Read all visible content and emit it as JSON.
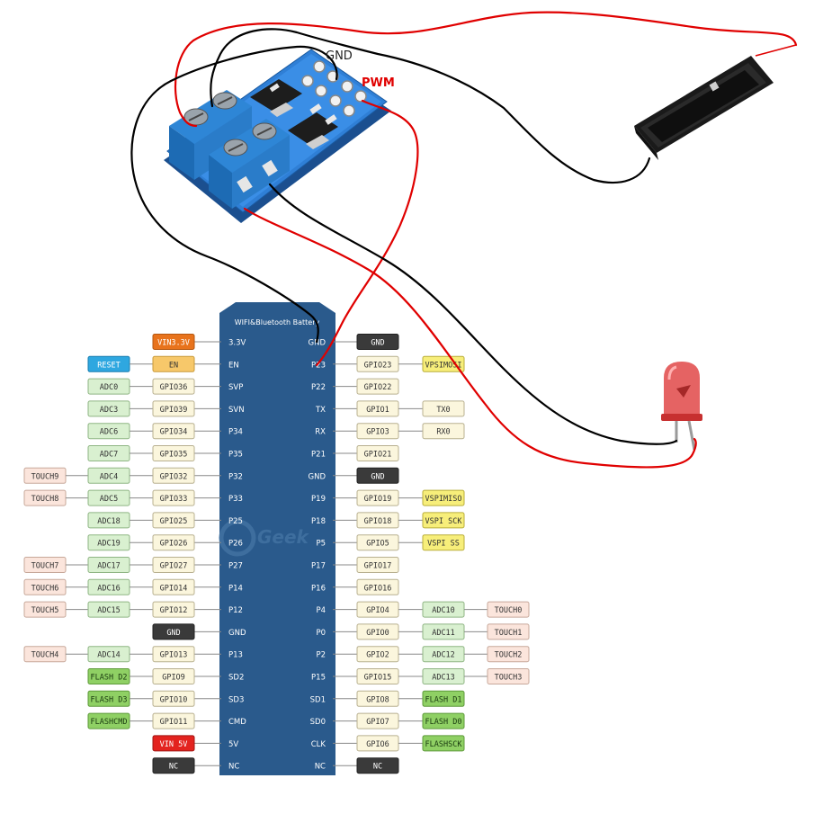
{
  "labels": {
    "gnd": "GND",
    "pwm": "PWM"
  },
  "board": {
    "title": "WIFI&Bluetooth Battery",
    "left_pins": [
      "3.3V",
      "EN",
      "SVP",
      "SVN",
      "P34",
      "P35",
      "P32",
      "P33",
      "P25",
      "P26",
      "P27",
      "P14",
      "P12",
      "GND",
      "P13",
      "SD2",
      "SD3",
      "CMD",
      "5V",
      "NC"
    ],
    "right_pins": [
      "GND",
      "P23",
      "P22",
      "TX",
      "RX",
      "P21",
      "GND",
      "P19",
      "P18",
      "P5",
      "P17",
      "P16",
      "P4",
      "P0",
      "P2",
      "P15",
      "SD1",
      "SD0",
      "CLK",
      "NC"
    ]
  },
  "left_tags": [
    [
      {
        "t": "VIN3.3V",
        "c": "orange"
      }
    ],
    [
      {
        "t": "RESET",
        "c": "blue"
      },
      {
        "t": "EN",
        "c": "yellow"
      }
    ],
    [
      {
        "t": "ADC0",
        "c": "green"
      },
      {
        "t": "GPIO36",
        "c": "cream"
      }
    ],
    [
      {
        "t": "ADC3",
        "c": "green"
      },
      {
        "t": "GPIO39",
        "c": "cream"
      }
    ],
    [
      {
        "t": "ADC6",
        "c": "green"
      },
      {
        "t": "GPIO34",
        "c": "cream"
      }
    ],
    [
      {
        "t": "ADC7",
        "c": "green"
      },
      {
        "t": "GPIO35",
        "c": "cream"
      }
    ],
    [
      {
        "t": "TOUCH9",
        "c": "pink"
      },
      {
        "t": "ADC4",
        "c": "green"
      },
      {
        "t": "GPIO32",
        "c": "cream"
      }
    ],
    [
      {
        "t": "TOUCH8",
        "c": "pink"
      },
      {
        "t": "ADC5",
        "c": "green"
      },
      {
        "t": "GPIO33",
        "c": "cream"
      }
    ],
    [
      {
        "t": "ADC18",
        "c": "green"
      },
      {
        "t": "GPIO25",
        "c": "cream"
      }
    ],
    [
      {
        "t": "ADC19",
        "c": "green"
      },
      {
        "t": "GPIO26",
        "c": "cream"
      }
    ],
    [
      {
        "t": "TOUCH7",
        "c": "pink"
      },
      {
        "t": "ADC17",
        "c": "green"
      },
      {
        "t": "GPIO27",
        "c": "cream"
      }
    ],
    [
      {
        "t": "TOUCH6",
        "c": "pink"
      },
      {
        "t": "ADC16",
        "c": "green"
      },
      {
        "t": "GPIO14",
        "c": "cream"
      }
    ],
    [
      {
        "t": "TOUCH5",
        "c": "pink"
      },
      {
        "t": "ADC15",
        "c": "green"
      },
      {
        "t": "GPIO12",
        "c": "cream"
      }
    ],
    [
      {
        "t": "GND",
        "c": "dark"
      }
    ],
    [
      {
        "t": "TOUCH4",
        "c": "pink"
      },
      {
        "t": "ADC14",
        "c": "green"
      },
      {
        "t": "GPIO13",
        "c": "cream"
      }
    ],
    [
      {
        "t": "FLASH D2",
        "c": "lime"
      },
      {
        "t": "GPIO9",
        "c": "cream"
      }
    ],
    [
      {
        "t": "FLASH D3",
        "c": "lime"
      },
      {
        "t": "GPIO10",
        "c": "cream"
      }
    ],
    [
      {
        "t": "FLASHCMD",
        "c": "lime"
      },
      {
        "t": "GPIO11",
        "c": "cream"
      }
    ],
    [
      {
        "t": "VIN 5V",
        "c": "red"
      }
    ],
    [
      {
        "t": "NC",
        "c": "dark"
      }
    ]
  ],
  "right_tags": [
    [
      {
        "t": "GND",
        "c": "dark"
      }
    ],
    [
      {
        "t": "GPIO23",
        "c": "cream"
      },
      {
        "t": "VPSIMOSI",
        "c": "yellow2"
      }
    ],
    [
      {
        "t": "GPIO22",
        "c": "cream"
      }
    ],
    [
      {
        "t": "GPIO1",
        "c": "cream"
      },
      {
        "t": "TX0",
        "c": "cream"
      }
    ],
    [
      {
        "t": "GPIO3",
        "c": "cream"
      },
      {
        "t": "RX0",
        "c": "cream"
      }
    ],
    [
      {
        "t": "GPIO21",
        "c": "cream"
      }
    ],
    [
      {
        "t": "GND",
        "c": "dark"
      }
    ],
    [
      {
        "t": "GPIO19",
        "c": "cream"
      },
      {
        "t": "VSPIMISO",
        "c": "yellow2"
      }
    ],
    [
      {
        "t": "GPIO18",
        "c": "cream"
      },
      {
        "t": "VSPI SCK",
        "c": "yellow2"
      }
    ],
    [
      {
        "t": "GPIO5",
        "c": "cream"
      },
      {
        "t": "VSPI SS",
        "c": "yellow2"
      }
    ],
    [
      {
        "t": "GPIO17",
        "c": "cream"
      }
    ],
    [
      {
        "t": "GPIO16",
        "c": "cream"
      }
    ],
    [
      {
        "t": "GPIO4",
        "c": "cream"
      },
      {
        "t": "ADC10",
        "c": "green"
      },
      {
        "t": "TOUCH0",
        "c": "pink"
      }
    ],
    [
      {
        "t": "GPIO0",
        "c": "cream"
      },
      {
        "t": "ADC11",
        "c": "green"
      },
      {
        "t": "TOUCH1",
        "c": "pink"
      }
    ],
    [
      {
        "t": "GPIO2",
        "c": "cream"
      },
      {
        "t": "ADC12",
        "c": "green"
      },
      {
        "t": "TOUCH2",
        "c": "pink"
      }
    ],
    [
      {
        "t": "GPIO15",
        "c": "cream"
      },
      {
        "t": "ADC13",
        "c": "green"
      },
      {
        "t": "TOUCH3",
        "c": "pink"
      }
    ],
    [
      {
        "t": "GPIO8",
        "c": "cream"
      },
      {
        "t": "FLASH D1",
        "c": "lime"
      }
    ],
    [
      {
        "t": "GPIO7",
        "c": "cream"
      },
      {
        "t": "FLASH D0",
        "c": "lime"
      }
    ],
    [
      {
        "t": "GPIO6",
        "c": "cream"
      },
      {
        "t": "FLASHSCK",
        "c": "lime"
      }
    ],
    [
      {
        "t": "NC",
        "c": "dark"
      }
    ]
  ],
  "tag_colors": {
    "orange": {
      "fill": "#e8731c",
      "text": "#ffffff",
      "stroke": "#b45710"
    },
    "blue": {
      "fill": "#2ea7e0",
      "text": "#ffffff",
      "stroke": "#1a7fb0"
    },
    "yellow": {
      "fill": "#f7c86a",
      "text": "#333333",
      "stroke": "#c99a3a"
    },
    "yellow2": {
      "fill": "#f7ee7a",
      "text": "#333333",
      "stroke": "#b9ae3a"
    },
    "green": {
      "fill": "#d9f0d0",
      "text": "#333333",
      "stroke": "#8fb584"
    },
    "cream": {
      "fill": "#fbf6dd",
      "text": "#333333",
      "stroke": "#b8b090"
    },
    "pink": {
      "fill": "#fbe5dc",
      "text": "#333333",
      "stroke": "#c7a89a"
    },
    "lime": {
      "fill": "#8fd064",
      "text": "#1a3a10",
      "stroke": "#5e9a3a"
    },
    "red": {
      "fill": "#e3231f",
      "text": "#ffffff",
      "stroke": "#a01512"
    },
    "dark": {
      "fill": "#3a3a3a",
      "text": "#ffffff",
      "stroke": "#222222"
    }
  },
  "colors": {
    "board_blue": "#2a5a8c",
    "wire_red": "#e00000",
    "wire_black": "#000000",
    "pwm_label": "#e00000",
    "gnd_label": "#222222"
  }
}
